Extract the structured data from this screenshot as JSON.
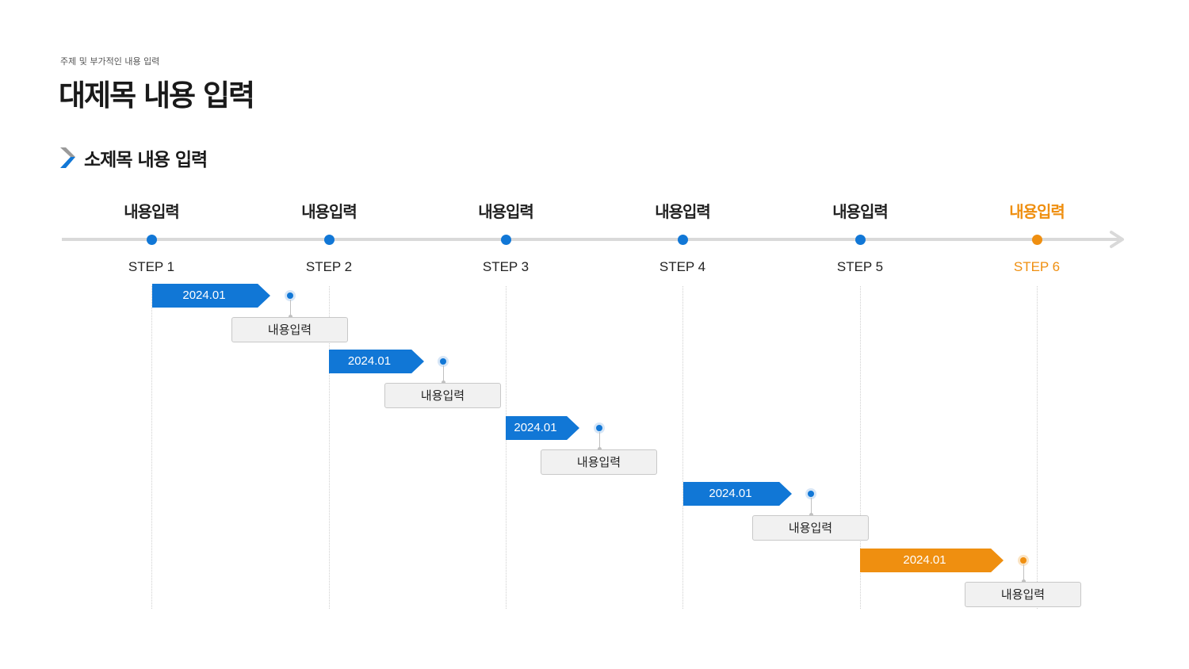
{
  "header": {
    "subtitle": "주제 및 부가적인 내용 입력",
    "title": "대제목 내용 입력"
  },
  "section": {
    "title": "소제목 내용 입력",
    "icon": "chevron-right-icon"
  },
  "steps": [
    {
      "label": "내용입력",
      "name": "STEP 1",
      "current": false
    },
    {
      "label": "내용입력",
      "name": "STEP 2",
      "current": false
    },
    {
      "label": "내용입력",
      "name": "STEP 3",
      "current": false
    },
    {
      "label": "내용입력",
      "name": "STEP 4",
      "current": false
    },
    {
      "label": "내용입력",
      "name": "STEP 5",
      "current": false
    },
    {
      "label": "내용입력",
      "name": "STEP 6",
      "current": true
    }
  ],
  "schedule": [
    {
      "date": "2024.01",
      "content": "내용입력",
      "highlight": false
    },
    {
      "date": "2024.01",
      "content": "내용입력",
      "highlight": false
    },
    {
      "date": "2024.01",
      "content": "내용입력",
      "highlight": false
    },
    {
      "date": "2024.01",
      "content": "내용입력",
      "highlight": false
    },
    {
      "date": "2024.01",
      "content": "내용입력",
      "highlight": true
    }
  ],
  "colors": {
    "accent": "#1177d6",
    "highlight": "#ef8f10",
    "timeline": "#d9d9d9"
  }
}
